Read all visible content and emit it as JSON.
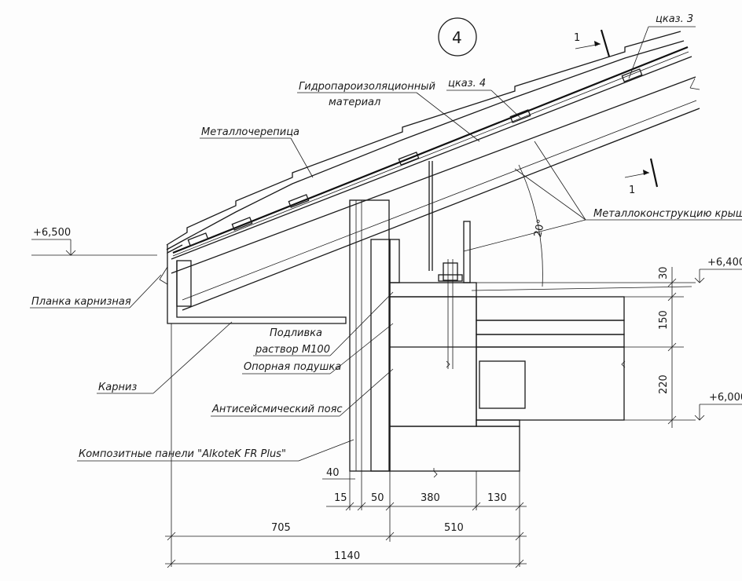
{
  "detail_number": "4",
  "section_marks": {
    "label": "1"
  },
  "labels": {
    "ukaz_3": "цказ. 3",
    "ukaz_4": "цказ. 4",
    "hydro_line1": "Гидропароизоляционный",
    "hydro_line2": "материал",
    "metal_tile": "Металлочерепица",
    "metal_structure": "Металлоконструкцию крыши",
    "eave_strip": "Планка карнизная",
    "eave": "Карниз",
    "underlay_line1": "Подливка",
    "underlay_line2": "раствор М100",
    "support_pad": "Опорная подушка",
    "seismic_belt": "Антисейсмический пояс",
    "composite_panels": "Композитные панели \"AlkoteK FR Plus\""
  },
  "levels": {
    "l6500": "+6,500",
    "l6400": "+6,400",
    "l6000": "+6,000"
  },
  "angle": "20°",
  "dimensions": {
    "v30": "30",
    "v150": "150",
    "v220": "220",
    "d40": "40",
    "d15": "15",
    "d50": "50",
    "d380": "380",
    "d130": "130",
    "d705": "705",
    "d510": "510",
    "d1140": "1140"
  }
}
